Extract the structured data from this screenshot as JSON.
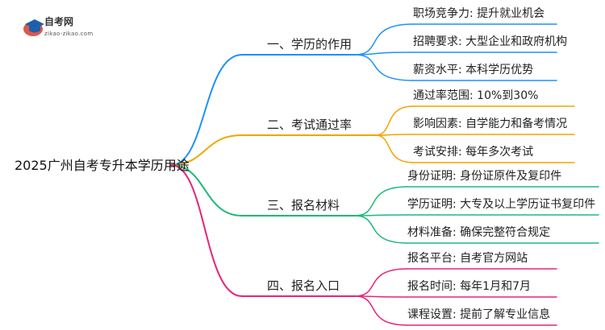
{
  "logo": {
    "name": "自考网",
    "url_text": "zikao-zikao.com",
    "colors": {
      "cap": "#1f5faa",
      "accent": "#d93a2b"
    }
  },
  "root": {
    "label": "2025广州自考专升本学历用途"
  },
  "branches": [
    {
      "label": "一、学历的作用",
      "color": "#1e90ff",
      "children": [
        {
          "label": "职场竞争力: 提升就业机会"
        },
        {
          "label": "招聘要求: 大型企业和政府机构"
        },
        {
          "label": "薪资水平: 本科学历优势"
        }
      ]
    },
    {
      "label": "二、考试通过率",
      "color": "#f0a500",
      "children": [
        {
          "label": "通过率范围: 10%到30%"
        },
        {
          "label": "影响因素: 自学能力和备考情况"
        },
        {
          "label": "考试安排: 每年多次考试"
        }
      ]
    },
    {
      "label": "三、报名材料",
      "color": "#1db97a",
      "children": [
        {
          "label": "身份证明: 身份证原件及复印件"
        },
        {
          "label": "学历证明: 大专及以上学历证书复印件"
        },
        {
          "label": "材料准备: 确保完整符合规定"
        }
      ]
    },
    {
      "label": "四、报名入口",
      "color": "#e8237a",
      "children": [
        {
          "label": "报名平台: 自考官方网站"
        },
        {
          "label": "报名时间: 每年1月和7月"
        },
        {
          "label": "课程设置: 提前了解专业信息"
        }
      ]
    }
  ]
}
